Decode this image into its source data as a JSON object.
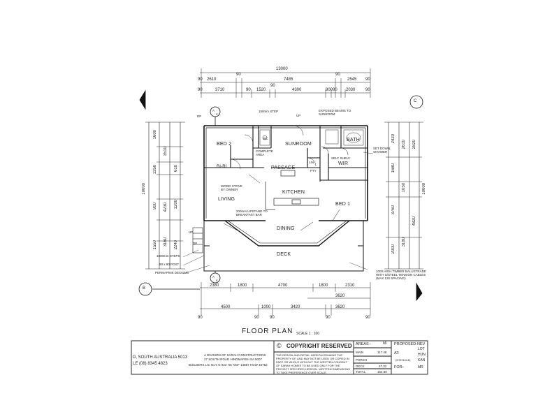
{
  "dims": {
    "top_overall": "13000",
    "top_row2": [
      "2610",
      "90",
      "7485",
      "90",
      "2545"
    ],
    "top_row3": [
      "3710",
      "1520",
      "90",
      "4300",
      "900",
      "2030"
    ],
    "top_ticks": [
      "90",
      "90",
      "90",
      "90",
      "90",
      "90"
    ],
    "bottom_row1": [
      "2380",
      "1800",
      "4700",
      "1800",
      "2310"
    ],
    "bottom_row2": [
      "3620"
    ],
    "bottom_row3": [
      "4500",
      "1000",
      "3420",
      "3620"
    ],
    "bottom_ticks": [
      "90",
      "90",
      "90",
      "90",
      "90"
    ],
    "left_overall": "10000",
    "left_segments": [
      "1600",
      "3510",
      "610",
      "1350",
      "4230",
      "1200",
      "900",
      "3160",
      "1550",
      "2240"
    ],
    "right_overall": "10000",
    "right_segments": [
      "2420",
      "1680",
      "1050",
      "2610",
      "3760",
      "2000",
      "3180",
      "2820",
      "4820"
    ]
  },
  "rooms": {
    "bed2": "BED 2",
    "sunroom": "SUNROOM",
    "passage": "PASSAGE",
    "wir": "WIR",
    "bath": "BATH",
    "living": "LIVING",
    "kitchen": "KITCHEN",
    "bed1": "BED 1",
    "dining": "DINING",
    "deck": "DECK",
    "wc": "WC",
    "robe": "BI-RL",
    "cupboard": "COMPLETE AREA",
    "pty": "PTY",
    "self_shelves": "SELF SHELV",
    "lin": "LIN"
  },
  "notes": {
    "step": "150mm STEP",
    "up": "UP",
    "exposed_beams": "EXPOSED BEAMS TO SUNROOM",
    "set_down_shower": "SET DOWN SHOWER",
    "wood_stove": "WOOD STOVE BY OWNER",
    "upstand": "200mm UPSTAND TO BREAKFAST BAR",
    "steps_1000": "1000mm STEPS",
    "post": "90 x 90 POST",
    "decking": "PERMAPINE DECKING",
    "balustrade": "1000 HIGH TIMBER BALUSTRADE WITH S/STEEL TENSION CABLES (MAX 125 SPACING)",
    "dp_left": "DP",
    "dp_right": "DP",
    "section_a": "A",
    "section_4": "4",
    "section_c": "C",
    "section_b": "B",
    "section_2": "2"
  },
  "title": {
    "floor_plan": "FLOOR PLAN",
    "scale": "SCALE 1 : 100"
  },
  "title_block": {
    "address_line1": "D, SOUTH AUSTRALIA 5013",
    "address_line2": "LE (08) 8345 4823",
    "builder_line1": "A DIVISION OF SARAH CONSTRUCTIONS",
    "builder_line2": "27 SOUTH ROAD  HINDMARSH  SA 5007",
    "builder_line3": "BUILDERS LIC No's G 923 HC NGF 13887 HGW 40752",
    "copyright": "COPYRIGHT RESERVED",
    "copyright_text": "THE DESIGN AND DETAIL HEREON REMAINS THE PROPERTY OF, AND MAY NOT BE USED OR COPIED IN PART OR WHOLE WITHOUT THE WRITTEN CONSENT OF SARAH HOMES TO BE USED ONLY FOR THE PROJECT SPECIFIED HEREON. WRITTEN DIMENSIONS TO TAKE PREFERENCE OVER SCALE.",
    "areas_label": "AREAS :",
    "areas_unit": "M²",
    "areas": [
      {
        "label": "MAIN",
        "value": "117.48"
      },
      {
        "label": "PORCH",
        "value": ""
      },
      {
        "label": "DECK",
        "value": "37.32"
      },
      {
        "label": "TOTAL",
        "value": "154.80"
      }
    ],
    "proposed_label": "PROPOSED:",
    "proposed_value": "NEV",
    "at_label": "AT:",
    "at_value": "LOT",
    "at_value2": "HUN",
    "at_value3": "KAN",
    "for_label": "FOR:",
    "for_value": "MR",
    "site_label": "(SITE BUILD)"
  }
}
